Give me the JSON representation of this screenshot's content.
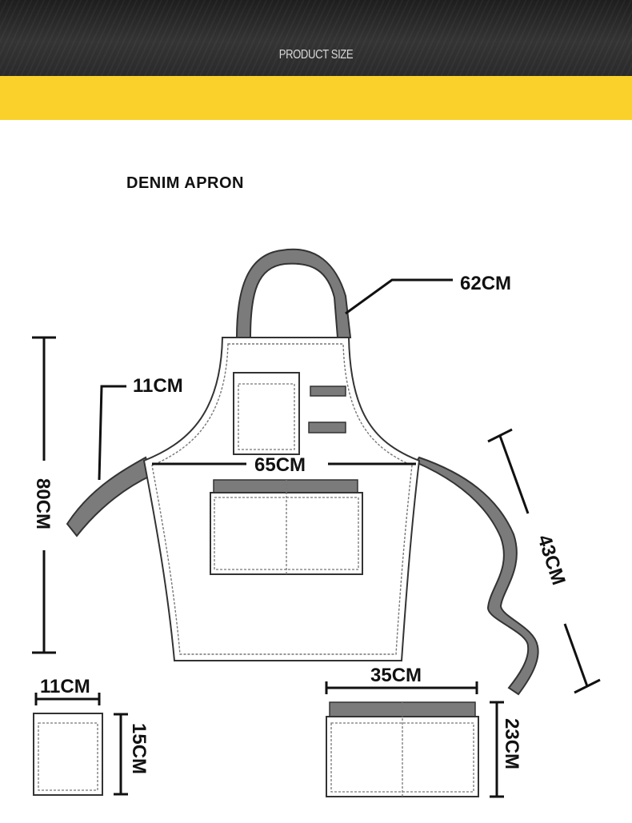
{
  "header": {
    "title": "PRODUCT SIZE"
  },
  "title": "DENIM APRON",
  "measurements": {
    "strap": "62CM",
    "strap_width": "11CM",
    "total_length": "80CM",
    "apron_width": "65CM",
    "tie_length": "43CM",
    "small_pocket_width": "11CM",
    "small_pocket_height": "15CM",
    "large_pocket_width": "35CM",
    "large_pocket_height": "23CM"
  },
  "colors": {
    "header_bg": "#2c2c2c",
    "band": "#fad12a",
    "strap_fill": "#7b7b7b",
    "outline": "#333333"
  }
}
